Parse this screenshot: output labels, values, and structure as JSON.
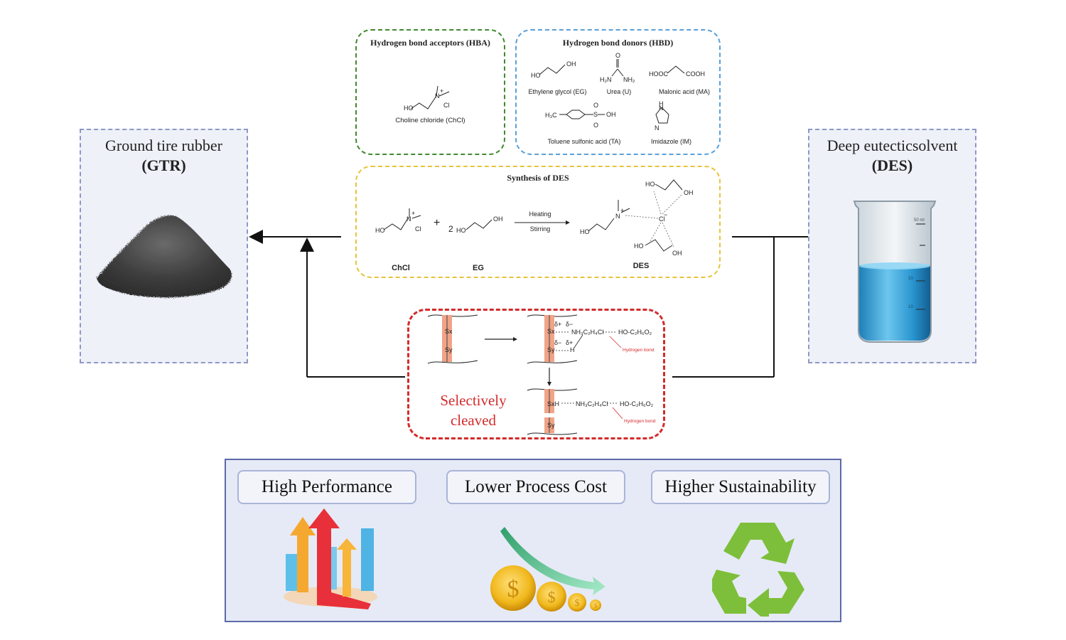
{
  "gtr_panel": {
    "title": "Ground tire rubber",
    "abbrev": "(GTR)"
  },
  "des_panel": {
    "title": "Deep eutecticsolvent",
    "abbrev": "(DES)"
  },
  "hba_box": {
    "title": "Hydrogen bond acceptors (HBA)",
    "compound": "Choline chloride (ChCl)"
  },
  "hbd_box": {
    "title": "Hydrogen bond donors (HBD)",
    "compounds": [
      "Ethylene glycol (EG)",
      "Urea (U)",
      "Malonic acid (MA)",
      "Toluene sulfonic acid (TA)",
      "Imidazole (IM)"
    ]
  },
  "synthesis_box": {
    "title": "Synthesis of DES",
    "reactant1": "ChCl",
    "reactant2": "EG",
    "coefficient": "2",
    "plus": "+",
    "condition_top": "Heating",
    "condition_bottom": "Stirring",
    "product": "DES"
  },
  "cleavage_box": {
    "label_line1": "Selectively",
    "label_line2": "cleaved",
    "hbond_label": "Hydrogen bond",
    "reagent_chain": "NH3C2H4Cl - - - HO-C2H6O2"
  },
  "beaker_marks": [
    "50 ml",
    "10",
    "10"
  ],
  "benefits": [
    "High Performance",
    "Lower Process Cost",
    "Higher Sustainability"
  ],
  "colors": {
    "hba_border": "#3f8a2e",
    "hbd_border": "#5aa0d8",
    "synthesis_border": "#e8c33a",
    "cleavage_border": "#d42a2a",
    "side_panel_border": "#8e98c6",
    "benefits_border": "#5c6aa8",
    "cleaved_text": "#d42a2a"
  }
}
